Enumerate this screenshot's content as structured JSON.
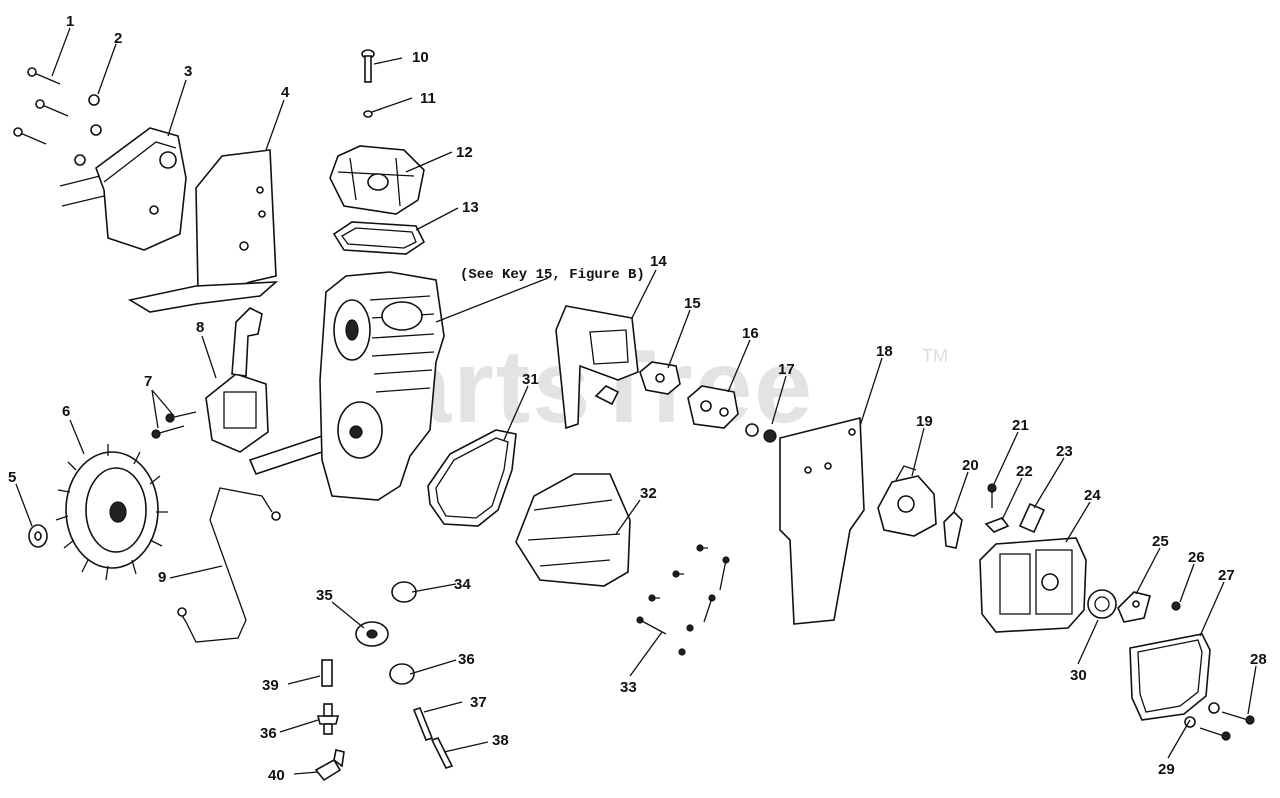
{
  "watermark": {
    "text": "PartsTree",
    "trademark": "TM"
  },
  "note": "(See Key 15, Figure B)",
  "callouts": [
    "1",
    "2",
    "3",
    "4",
    "5",
    "6",
    "7",
    "8",
    "9",
    "10",
    "11",
    "12",
    "13",
    "14",
    "15",
    "16",
    "17",
    "18",
    "19",
    "20",
    "21",
    "22",
    "23",
    "24",
    "25",
    "26",
    "27",
    "28",
    "29",
    "30",
    "31",
    "32",
    "33",
    "34",
    "35",
    "36",
    "36",
    "37",
    "38",
    "39",
    "40"
  ]
}
